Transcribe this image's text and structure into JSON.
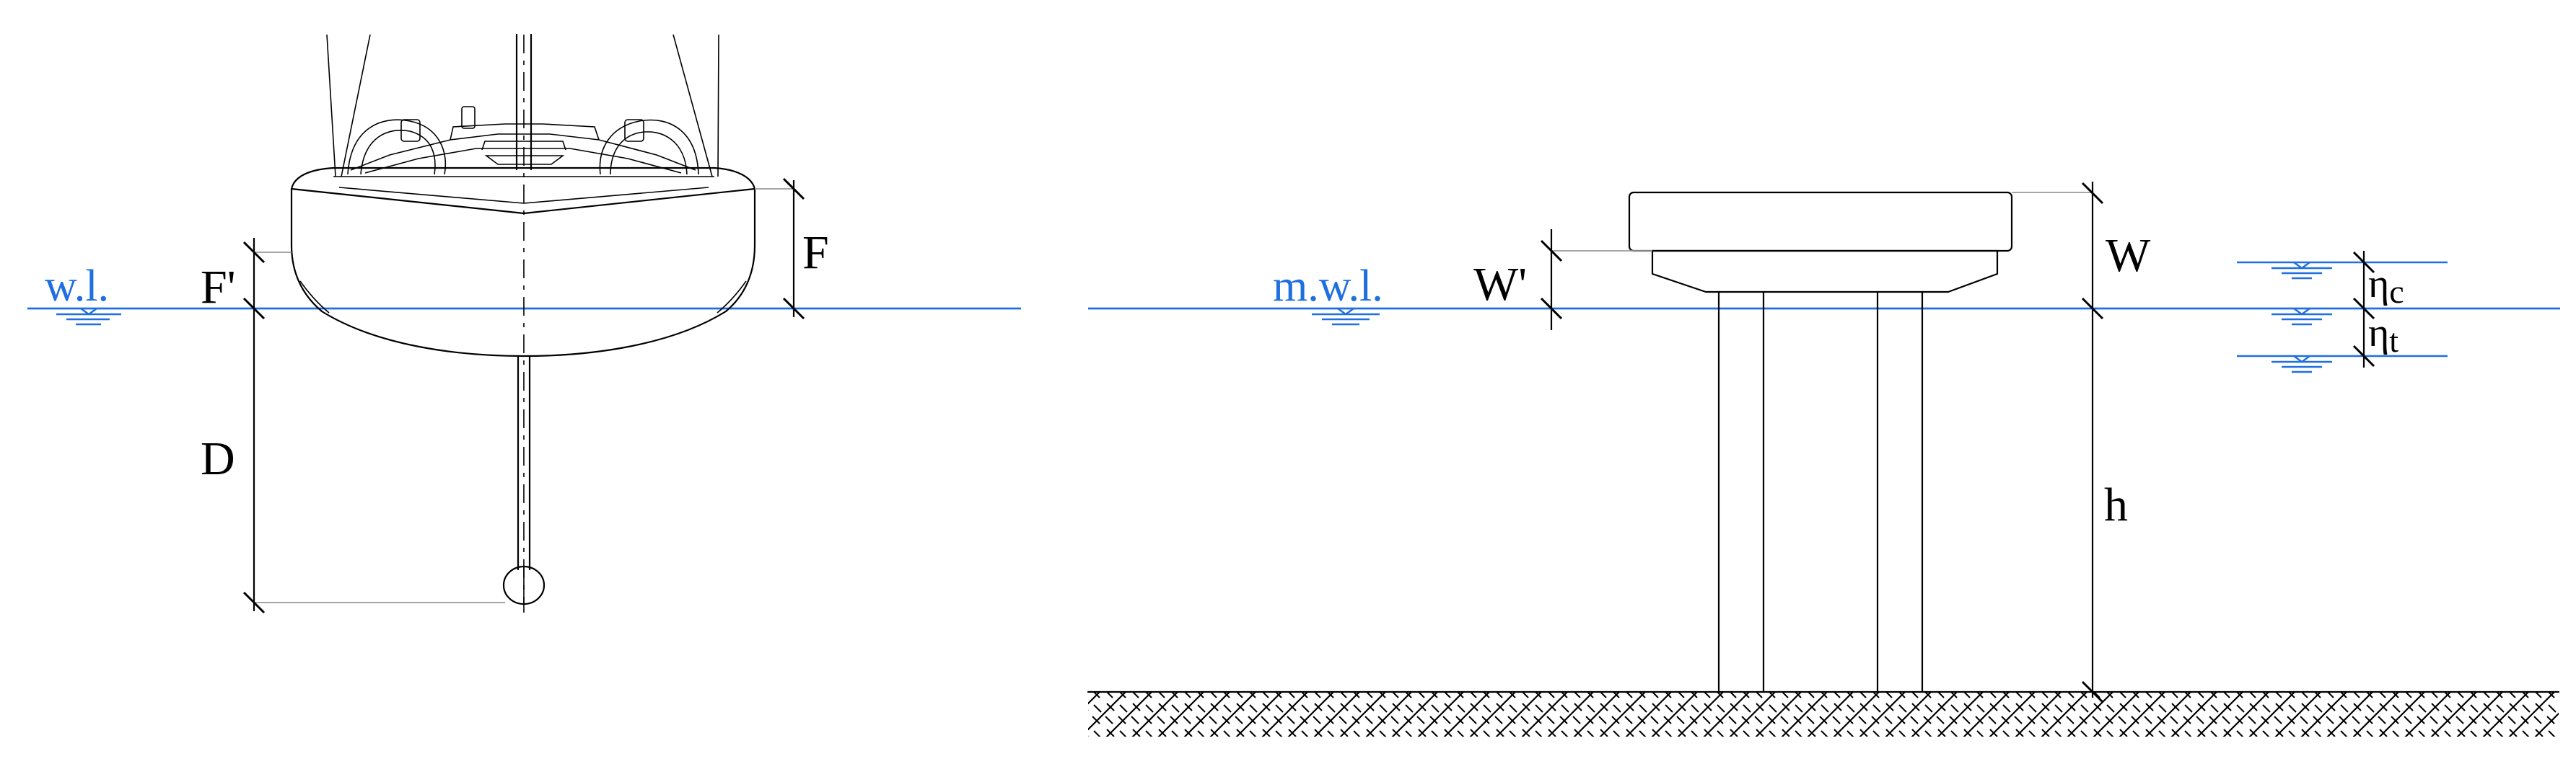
{
  "boat_panel": {
    "waterline_label": "w.l.",
    "freeboard_label": "F",
    "freeboard_prime_label": "F'",
    "draft_label": "D"
  },
  "structure_panel": {
    "waterline_label": "m.w.l.",
    "deck_height_label": "W",
    "deck_height_prime_label": "W'",
    "depth_label": "h",
    "crest_symbol": "η",
    "crest_subscript": "c",
    "trough_symbol": "η",
    "trough_subscript": "t"
  },
  "colors": {
    "water": "#1f6fe0",
    "ink": "#000000",
    "guide": "#9a9a9a"
  }
}
